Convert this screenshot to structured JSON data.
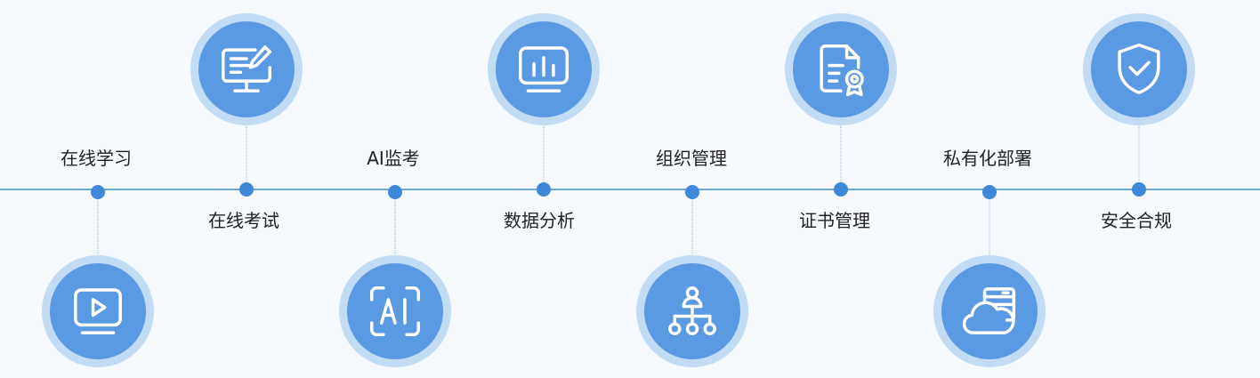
{
  "features": [
    {
      "label": "在线学习",
      "icon": "monitor-play-icon"
    },
    {
      "label": "在线考试",
      "icon": "monitor-edit-icon"
    },
    {
      "label": "AI监考",
      "icon": "ai-scan-icon",
      "icon_text": "AI"
    },
    {
      "label": "数据分析",
      "icon": "bar-chart-icon"
    },
    {
      "label": "组织管理",
      "icon": "org-chart-icon"
    },
    {
      "label": "证书管理",
      "icon": "certificate-icon"
    },
    {
      "label": "私有化部署",
      "icon": "cloud-server-icon"
    },
    {
      "label": "安全合规",
      "icon": "shield-check-icon"
    }
  ],
  "colors": {
    "background": "#f6f9fd",
    "timeline": "#6aa9d2",
    "node": "#3f87d9",
    "badge_outer": "#c3dcf5",
    "badge_inner": "#5a9ae2",
    "connector": "#8cbce4"
  }
}
